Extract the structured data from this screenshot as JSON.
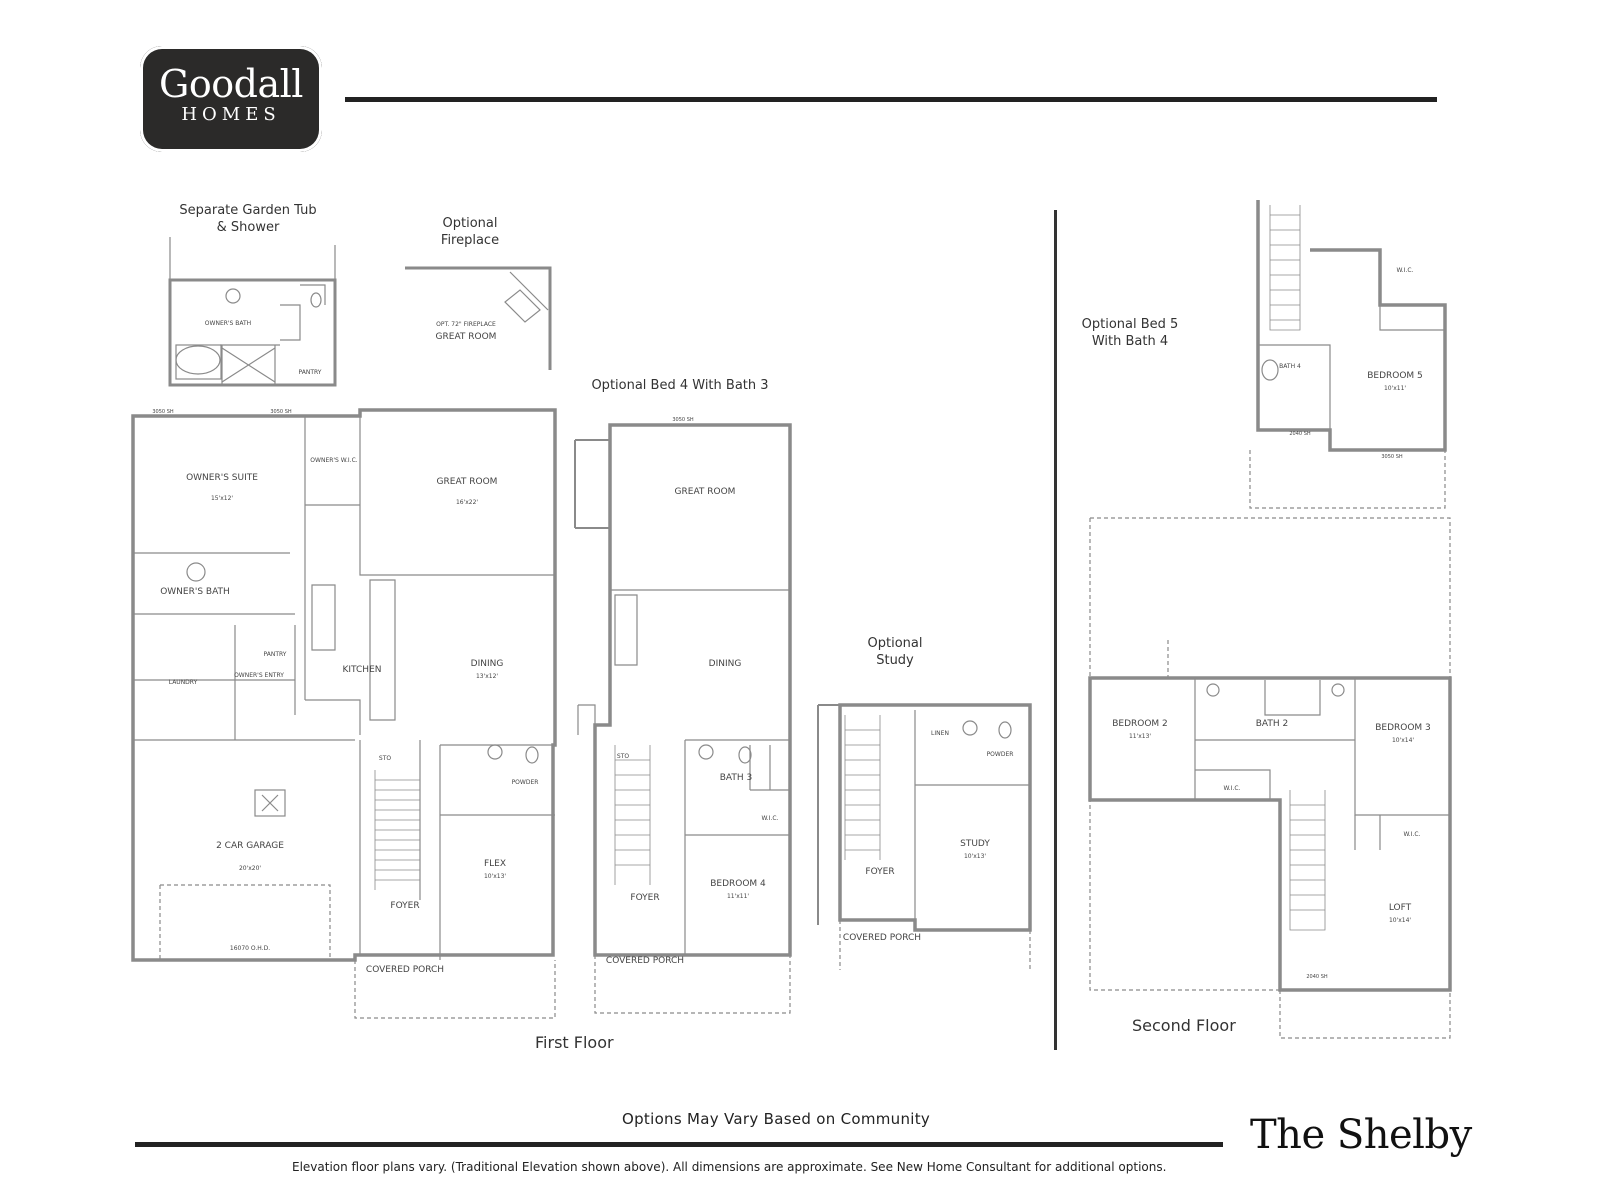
{
  "logo": {
    "brand": "Goodall",
    "sub": "HOMES"
  },
  "callouts": {
    "garden_tub_line1": "Separate Garden Tub",
    "garden_tub_line2": "& Shower",
    "fireplace_line1": "Optional",
    "fireplace_line2": "Fireplace",
    "bed4": "Optional Bed 4 With Bath 3",
    "study_line1": "Optional",
    "study_line2": "Study",
    "bed5_line1": "Optional Bed 5",
    "bed5_line2": "With Bath 4"
  },
  "floor_labels": {
    "first": "First Floor",
    "second": "Second Floor"
  },
  "rooms": {
    "owners_suite": "OWNER'S SUITE",
    "owners_suite_dim": "15'x12'",
    "owners_wic": "OWNER'S W.I.C.",
    "great_room": "GREAT ROOM",
    "great_room_dim": "16'x22'",
    "owners_bath": "OWNER'S BATH",
    "kitchen": "KITCHEN",
    "dining": "DINING",
    "dining_dim": "13'x12'",
    "laundry": "LAUNDRY",
    "pantry": "PANTRY",
    "owners_entry": "OWNER'S ENTRY",
    "garage": "2 CAR GARAGE",
    "garage_dim": "20'x20'",
    "garage_door": "16070 O.H.D.",
    "powder": "POWDER",
    "flex": "FLEX",
    "flex_dim": "10'x13'",
    "foyer": "FOYER",
    "covered_porch": "COVERED PORCH",
    "bath3": "BATH 3",
    "bedroom4": "BEDROOM 4",
    "bedroom4_dim": "11'x11'",
    "wic": "W.I.C.",
    "study": "STUDY",
    "study_dim": "10'x13'",
    "bedroom2": "BEDROOM 2",
    "bedroom2_dim": "11'x13'",
    "bath2": "BATH 2",
    "bedroom3": "BEDROOM 3",
    "bedroom3_dim": "10'x14'",
    "loft": "LOFT",
    "loft_dim": "10'x14'",
    "bath4": "BATH 4",
    "bedroom5": "BEDROOM 5",
    "bedroom5_dim": "10'x11'",
    "sto": "STO",
    "linen": "LINEN",
    "opt_fireplace": "OPT. 72\" FIREPLACE",
    "window_3050": "3050 SH",
    "window_2040": "2040 SH"
  },
  "footer": {
    "options_note": "Options May Vary Based on Community",
    "plan_name": "The Shelby",
    "disclaimer": "Elevation floor plans vary. (Traditional Elevation shown above). All dimensions are approximate. See New Home Consultant for additional options."
  }
}
